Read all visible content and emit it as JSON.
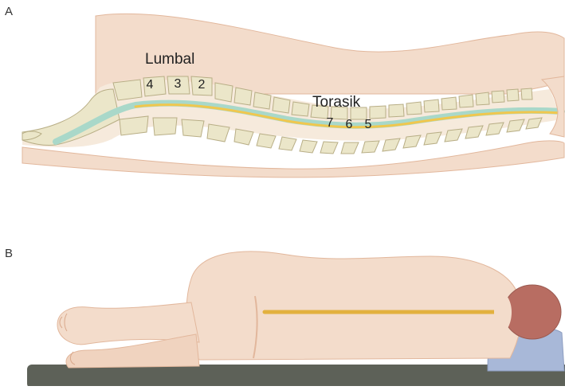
{
  "figure": {
    "panels": [
      {
        "letter": "A"
      },
      {
        "letter": "B"
      }
    ],
    "region_labels": {
      "lumbar": "Lumbal",
      "thoracic": "Torasik"
    },
    "vertebra_numbers": {
      "lumbar": [
        "4",
        "3",
        "2"
      ],
      "thoracic": [
        "7",
        "6",
        "5"
      ]
    },
    "colors": {
      "skin": "#f3dccb",
      "skin_shadow": "#e8c2a6",
      "bone": "#ebe6c9",
      "bone_edge": "#b8ae86",
      "cord_outer": "#a9d8c9",
      "cord_inner": "#f0c74e",
      "catheter": "#e2b13f",
      "head": "#b86d62",
      "pillow": "#a8b8d8",
      "table": "#5d6158"
    }
  }
}
